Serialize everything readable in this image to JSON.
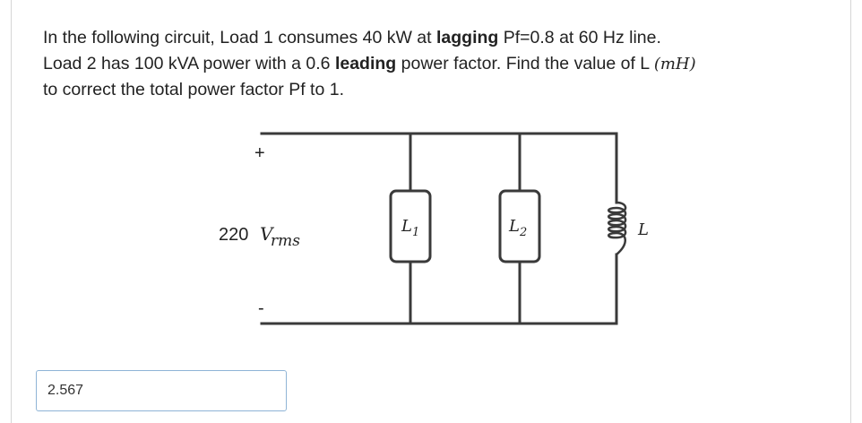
{
  "question": {
    "part1": "In the following circuit, Load 1 consumes 40 kW at ",
    "bold1": "lagging",
    "part2": " Pf=0.8 at 60 Hz line.",
    "part3": "Load 2 has 100 kVA power with a 0.6 ",
    "bold2": "leading",
    "part4": " power factor. Find the value of L ",
    "unit": "(mH)",
    "part5": "to correct the total power factor Pf to 1."
  },
  "circuit": {
    "plus": "+",
    "minus": "-",
    "voltage_value": "220 ",
    "voltage_symbol": "V",
    "voltage_sub": "rms",
    "load1_symbol": "L",
    "load1_sub": "1",
    "load2_symbol": "L",
    "load2_sub": "2",
    "inductor_label": "L"
  },
  "answer": {
    "value": "2.567"
  }
}
